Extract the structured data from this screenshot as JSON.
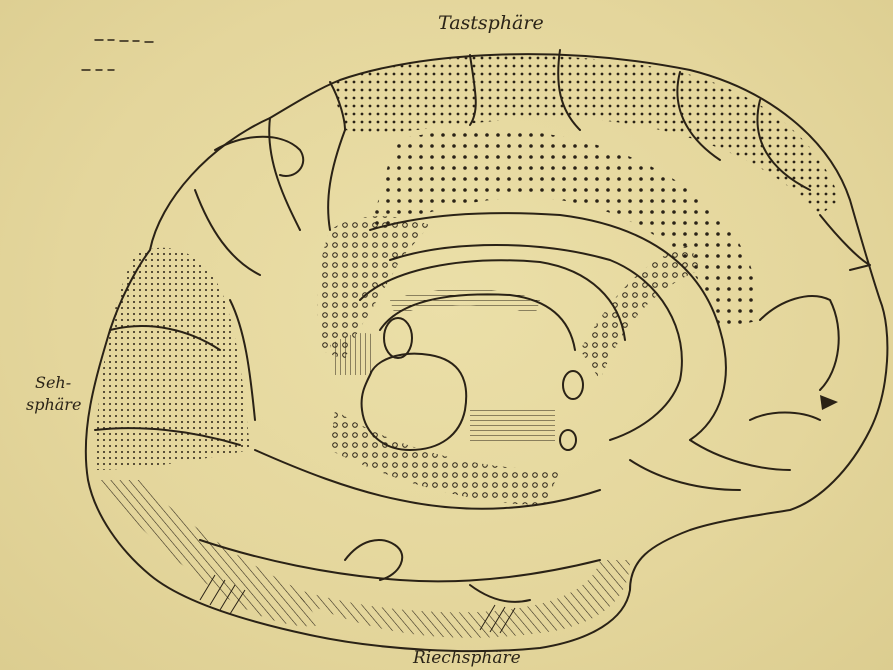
{
  "labels": {
    "top": "Tastsphäre",
    "left_line1": "Seh-",
    "left_line2": "sphäre",
    "bottom": "Riechsphäre"
  }
}
